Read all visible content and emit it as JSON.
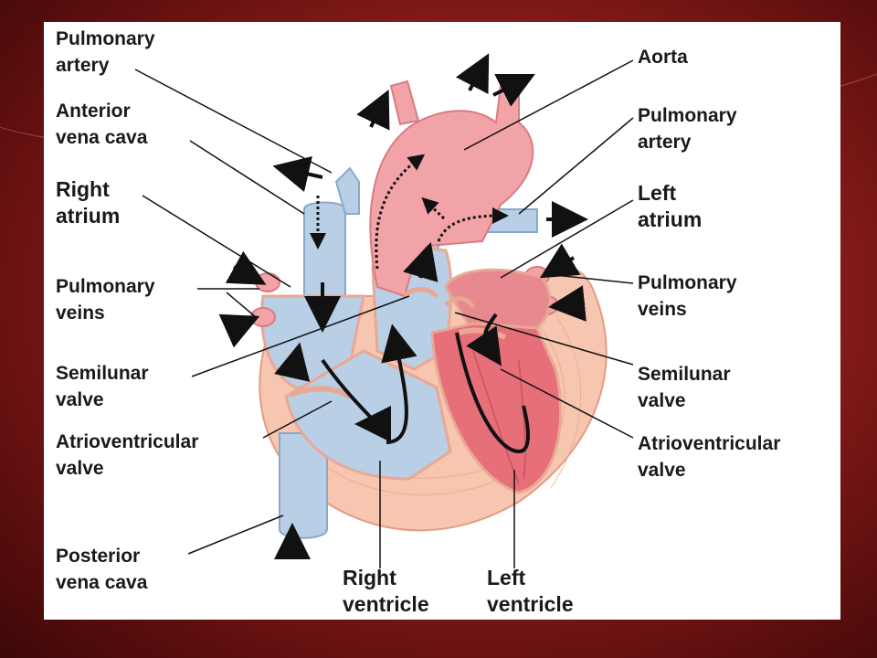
{
  "labels": {
    "pulmonary_artery_left": {
      "line1": "Pulmonary",
      "line2": "artery"
    },
    "anterior_vena_cava": {
      "line1": "Anterior",
      "line2": "vena cava"
    },
    "right_atrium": {
      "line1": "Right",
      "line2": "atrium"
    },
    "pulmonary_veins_left": {
      "line1": "Pulmonary",
      "line2": "veins"
    },
    "semilunar_valve_left": {
      "line1": "Semilunar",
      "line2": "valve"
    },
    "atrioventricular_valve_left": {
      "line1": "Atrioventricular",
      "line2": "valve"
    },
    "posterior_vena_cava": {
      "line1": "Posterior",
      "line2": "vena cava"
    },
    "right_ventricle": {
      "line1": "Right",
      "line2": "ventricle"
    },
    "left_ventricle": {
      "line1": "Left",
      "line2": "ventricle"
    },
    "aorta": {
      "line1": "Aorta"
    },
    "pulmonary_artery_right": {
      "line1": "Pulmonary",
      "line2": "artery"
    },
    "left_atrium": {
      "line1": "Left",
      "line2": "atrium"
    },
    "pulmonary_veins_right": {
      "line1": "Pulmonary",
      "line2": "veins"
    },
    "semilunar_valve_right": {
      "line1": "Semilunar",
      "line2": "valve"
    },
    "atrioventricular_valve_right": {
      "line1": "Atrioventricular",
      "line2": "valve"
    }
  },
  "colors": {
    "deoxygenated": "#b8cfe6",
    "oxygenated": "#f2a3a8",
    "myocardium": "#f6c6b0",
    "arrow": "#111111"
  }
}
